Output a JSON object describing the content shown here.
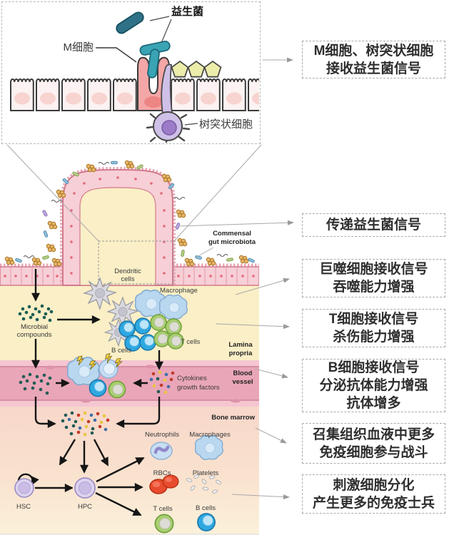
{
  "colors": {
    "probiotic_teal": "#35A0B0",
    "m_cell_pink": "#F5A6A6",
    "epithelium_pink": "#F7CFD6",
    "lamina_propria_cream": "#FAEFC6",
    "blood_vessel_pink": "#E9A6B8",
    "bone_marrow_salmon": "#F8D7CA",
    "b_cell_blue": "#2FA8E1",
    "t_cell_green": "#A9CE71",
    "rbc_red": "#E84B2D",
    "stem_cell_purple": "#DDD3EF",
    "dendritic_purple": "#CFC0E8",
    "macrophage_blue": "#B9D7EF",
    "microbial_dot_teal": "#1F5C56",
    "annotation_border": "#AAAAAA",
    "annotation_text": "#2E2E2E"
  },
  "inset": {
    "probiotic": "益生菌",
    "m_cell": "M细胞",
    "dendritic_cell": "树突状细胞"
  },
  "diagram": {
    "commensal_1": "Commensal",
    "commensal_2": "gut microbiota",
    "dendritic_1": "Dendritic",
    "dendritic_2": "cells",
    "macrophage": "Macrophage",
    "microbial_1": "Microbial",
    "microbial_2": "compounds",
    "b_cells": "B cells",
    "t_cells": "T cells",
    "lamina_1": "Lamina",
    "lamina_2": "propria",
    "cytokines_1": "Cytokines",
    "cytokines_2": "growth factors",
    "blood_1": "Blood",
    "blood_2": "vessel",
    "bone_marrow": "Bone marrow",
    "neutrophils": "Neutrophils",
    "macrophages": "Macrophages",
    "rbcs": "RBCs",
    "platelets": "Platelets",
    "t_cells_2": "T cells",
    "b_cells_2": "B cells",
    "hsc": "HSC",
    "hpc": "HPC"
  },
  "annotations": [
    {
      "lines": [
        "M细胞、树突状细胞",
        "接收益生菌信号"
      ]
    },
    {
      "lines": [
        "传递益生菌信号"
      ]
    },
    {
      "lines": [
        "巨噬细胞接收信号",
        "吞噬能力增强"
      ]
    },
    {
      "lines": [
        "T细胞接收信号",
        "杀伤能力增强"
      ]
    },
    {
      "lines": [
        "B细胞接收信号",
        "分泌抗体能力增强",
        "抗体增多"
      ]
    },
    {
      "lines": [
        "召集组织血液中更多",
        "免疫细胞参与战斗"
      ]
    },
    {
      "lines": [
        "刺激细胞分化",
        "产生更多的免疫士兵"
      ]
    }
  ]
}
